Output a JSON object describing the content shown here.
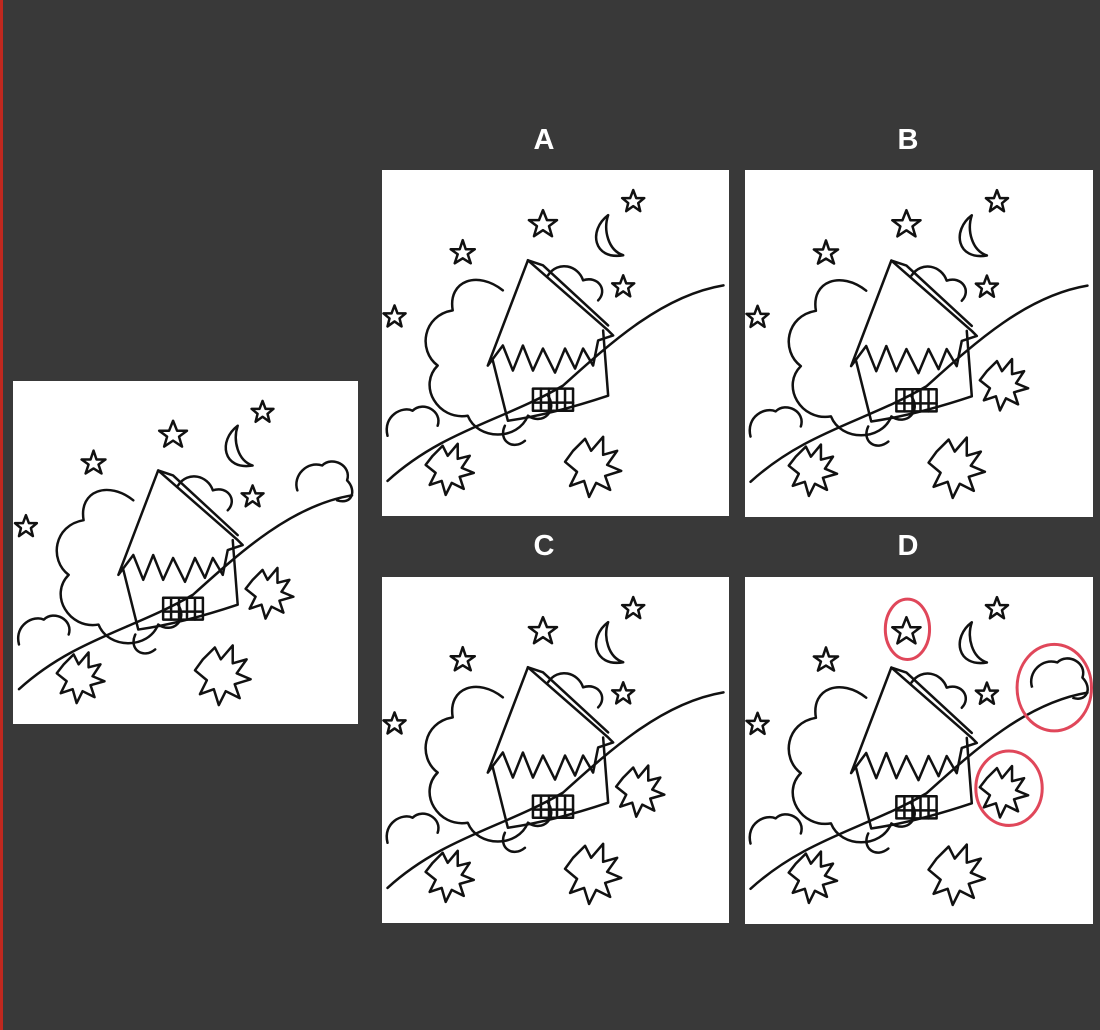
{
  "puzzle": {
    "options": [
      {
        "label": "A",
        "has_markers": false
      },
      {
        "label": "B",
        "has_markers": false
      },
      {
        "label": "C",
        "has_markers": false
      },
      {
        "label": "D",
        "has_markers": true,
        "marker_count": 3
      }
    ]
  },
  "colors": {
    "background": "#393939",
    "left_edge": "#c0281f",
    "panel": "#ffffff",
    "ink": "#111111",
    "marker": "#e0475a",
    "label": "#ffffff"
  }
}
